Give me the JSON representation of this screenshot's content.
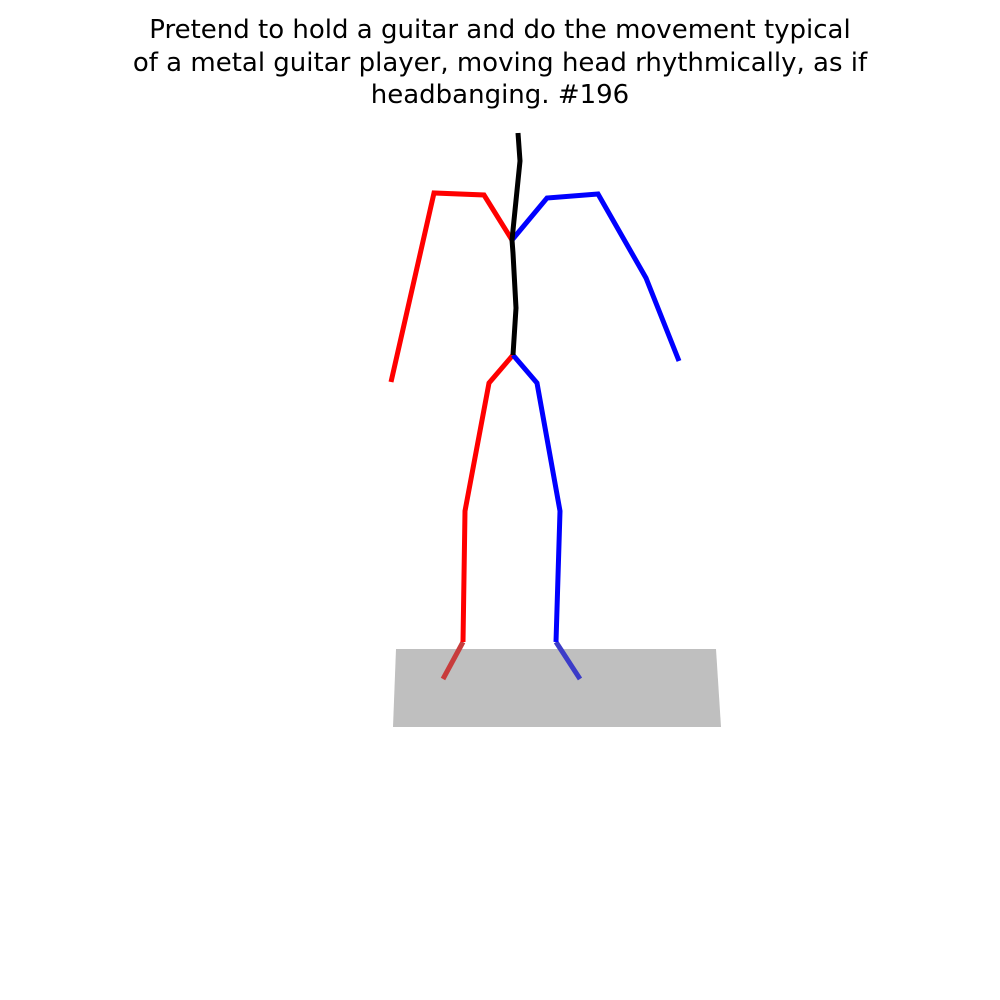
{
  "caption": {
    "lines": [
      "Pretend to hold a guitar and do the movement typical",
      "of a metal guitar player, moving head rhythmically, as if",
      "headbanging. #196"
    ]
  },
  "colors": {
    "left_limbs": "#ff0000",
    "right_limbs": "#0000ff",
    "spine": "#000000",
    "floor": "#bfbfbf",
    "left_foot": "#c83c3c",
    "right_foot": "#3c3cc8"
  }
}
